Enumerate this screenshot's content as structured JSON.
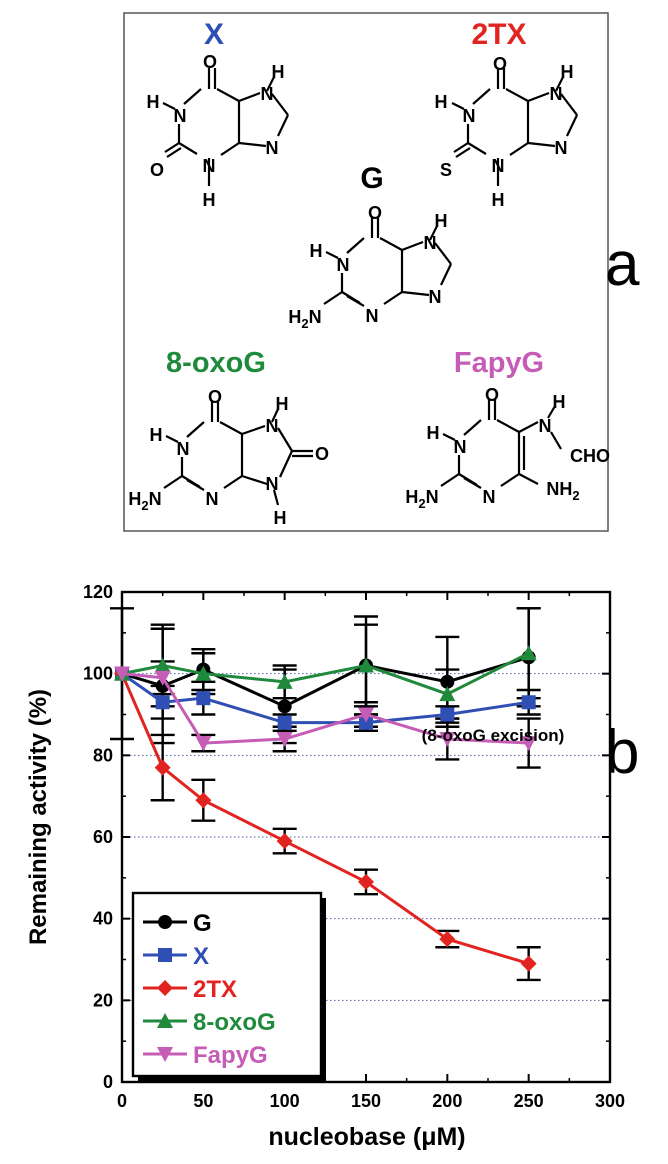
{
  "panel_a": {
    "letter": "a",
    "molecules": [
      {
        "name": "X",
        "color": "#2f4fb5"
      },
      {
        "name": "2TX",
        "color": "#e22421"
      },
      {
        "name": "G",
        "color": "#000000"
      },
      {
        "name": "8-oxoG",
        "color": "#1f8a3c"
      },
      {
        "name": "FapyG",
        "color": "#c55cb5"
      }
    ],
    "atoms": {
      "H": "H",
      "N": "N",
      "O": "O",
      "S": "S",
      "CHO": "CHO",
      "H2N": "H2N",
      "NH2": "NH2",
      "sub2": "2"
    }
  },
  "panel_b": {
    "letter": "b"
  },
  "chart_data": {
    "type": "line",
    "xlabel_prefix": "nucleobase (",
    "xlabel_mu": "μ",
    "xlabel_suffix": "M)",
    "ylabel": "Remaining activity (%)",
    "annotation": "(8-oxoG excision)",
    "xlim": [
      0,
      300
    ],
    "ylim": [
      0,
      120
    ],
    "x_ticks": [
      "0",
      "50",
      "100",
      "150",
      "200",
      "250",
      "300"
    ],
    "y_ticks": [
      "0",
      "20",
      "40",
      "60",
      "80",
      "100",
      "120"
    ],
    "grid": "horizontal dotted at 20, 40, 60, 80, 100",
    "legend_position": "bottom-left",
    "x": [
      0,
      25,
      50,
      100,
      150,
      200,
      250
    ],
    "series": [
      {
        "name": "G",
        "color": "#000000",
        "marker": "circle",
        "values": [
          100,
          97,
          101,
          92,
          102,
          98,
          104
        ],
        "errors": [
          16,
          14,
          5,
          9,
          12,
          11,
          12
        ]
      },
      {
        "name": "X",
        "color": "#2f4fb5",
        "marker": "square",
        "values": [
          100,
          93,
          94,
          88,
          88,
          90,
          93
        ],
        "errors": [
          0,
          4,
          4,
          2,
          2,
          2,
          3
        ]
      },
      {
        "name": "2TX",
        "color": "#e22421",
        "marker": "diamond",
        "values": [
          100,
          77,
          69,
          59,
          49,
          35,
          29
        ],
        "errors": [
          0,
          8,
          5,
          3,
          3,
          2,
          4
        ]
      },
      {
        "name": "8-oxoG",
        "color": "#1f8a3c",
        "marker": "triangle-up",
        "values": [
          100,
          102,
          100,
          98,
          102,
          95,
          105
        ],
        "errors": [
          0,
          10,
          5,
          4,
          10,
          6,
          11
        ]
      },
      {
        "name": "FapyG",
        "color": "#c55cb5",
        "marker": "triangle-down",
        "values": [
          100,
          99,
          83,
          84,
          90,
          84,
          83
        ],
        "errors": [
          0,
          4,
          2,
          3,
          3,
          5,
          6
        ]
      }
    ]
  }
}
